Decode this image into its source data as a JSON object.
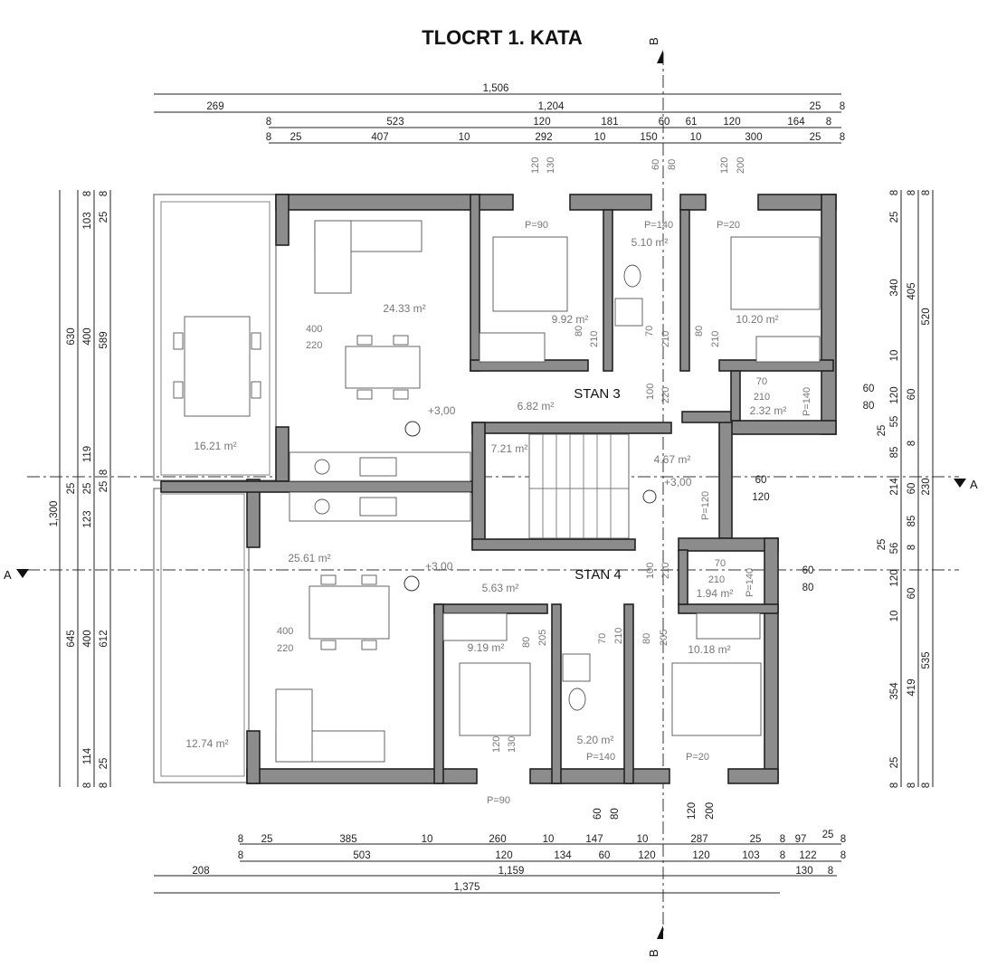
{
  "title": "TLOCRT 1. KATA",
  "section_marks": {
    "a": "A",
    "b": "B"
  },
  "apartments": {
    "stan3": "STAN 3",
    "stan4": "STAN 4"
  },
  "rooms": {
    "living3": "24.33 m²",
    "bed3a": "9.92 m²",
    "bath3": "5.10 m²",
    "bed3b": "10.20 m²",
    "hall3": "6.82 m²",
    "wc3": "2.32 m²",
    "balcony3": "16.21 m²",
    "stairs": "7.21 m²",
    "landing": "4.67 m²",
    "living4": "25.61 m²",
    "hall4": "5.63 m²",
    "wc4": "1.94 m²",
    "bed4a": "9.19 m²",
    "bath4": "5.20 m²",
    "bed4b": "10.18 m²",
    "balcony4": "12.74 m²"
  },
  "levels": {
    "l1": "+3,00",
    "l2": "+3,00",
    "l3": "+3,00"
  },
  "sills": {
    "bed3a": "P=90",
    "bath3": "P=140",
    "bed3b": "P=20",
    "wc3": "P=140",
    "stairs": "P=120",
    "wc4": "P=140",
    "bath4": "P=140",
    "bed4b": "P=20",
    "bed4a": "P=90"
  },
  "openings": {
    "w_living3_a": "400",
    "w_living3_b": "220",
    "w_living4_a": "400",
    "w_living4_b": "220",
    "t_bed3a_a": "120",
    "t_bed3a_b": "130",
    "t_bath3_a": "60",
    "t_bath3_b": "80",
    "t_bed3b_a": "120",
    "t_bed3b_b": "200",
    "d1_a": "80",
    "d1_b": "210",
    "d2_a": "70",
    "d2_b": "210",
    "d3_a": "80",
    "d3_b": "210",
    "d4_a": "100",
    "d4_b": "220",
    "d5_a": "70",
    "d5_b": "210",
    "r1_a": "60",
    "r1_b": "80",
    "r2_a": "60",
    "r2_b": "120",
    "d6_a": "100",
    "d6_b": "210",
    "d7_a": "70",
    "d7_b": "210",
    "r3_a": "60",
    "r3_b": "80",
    "d8_a": "80",
    "d8_b": "205",
    "d9_a": "70",
    "d9_b": "210",
    "d10_a": "80",
    "d10_b": "205",
    "b_bed4a_a": "120",
    "b_bed4a_b": "130",
    "b_bath4_a": "60",
    "b_bath4_b": "80",
    "b_bed4b_a": "120",
    "b_bed4b_b": "200"
  },
  "top_dims": {
    "r1": [
      "1,506"
    ],
    "r2": [
      "269",
      "1,204",
      "25",
      "8"
    ],
    "r3": [
      "8",
      "523",
      "120",
      "181",
      "60",
      "61",
      "120",
      "164",
      "8"
    ],
    "r4": [
      "8",
      "25",
      "407",
      "10",
      "292",
      "10",
      "150",
      "10",
      "300",
      "25",
      "8"
    ]
  },
  "bottom_dims": {
    "r1": [
      "8",
      "25",
      "385",
      "10",
      "260",
      "10",
      "147",
      "10",
      "287",
      "25",
      "8",
      "97",
      "25",
      "8"
    ],
    "r2": [
      "8",
      "503",
      "120",
      "134",
      "60",
      "120",
      "120",
      "103",
      "8",
      "122",
      "8"
    ],
    "r3": [
      "208",
      "1,159",
      "130",
      "8"
    ],
    "r4": [
      "1,375"
    ]
  },
  "left_dims": {
    "c1": [
      "1,300"
    ],
    "c2": [
      "630",
      "25",
      "645"
    ],
    "c3": [
      "8",
      "103",
      "400",
      "119",
      "25",
      "123",
      "400",
      "114",
      "8"
    ],
    "c4": [
      "8",
      "25",
      "589",
      "8",
      "25",
      "612",
      "25",
      "8"
    ]
  },
  "right_dims": {
    "c1": [
      "8",
      "25",
      "340",
      "10",
      "120",
      "55",
      "85",
      "25",
      "56",
      "120",
      "10",
      "354",
      "25",
      "8"
    ],
    "c2": [
      "8",
      "405",
      "60",
      "25",
      "8",
      "214",
      "60",
      "85",
      "8",
      "60",
      "419",
      "8"
    ],
    "c3": [
      "8",
      "520",
      "230",
      "535",
      "8"
    ]
  }
}
